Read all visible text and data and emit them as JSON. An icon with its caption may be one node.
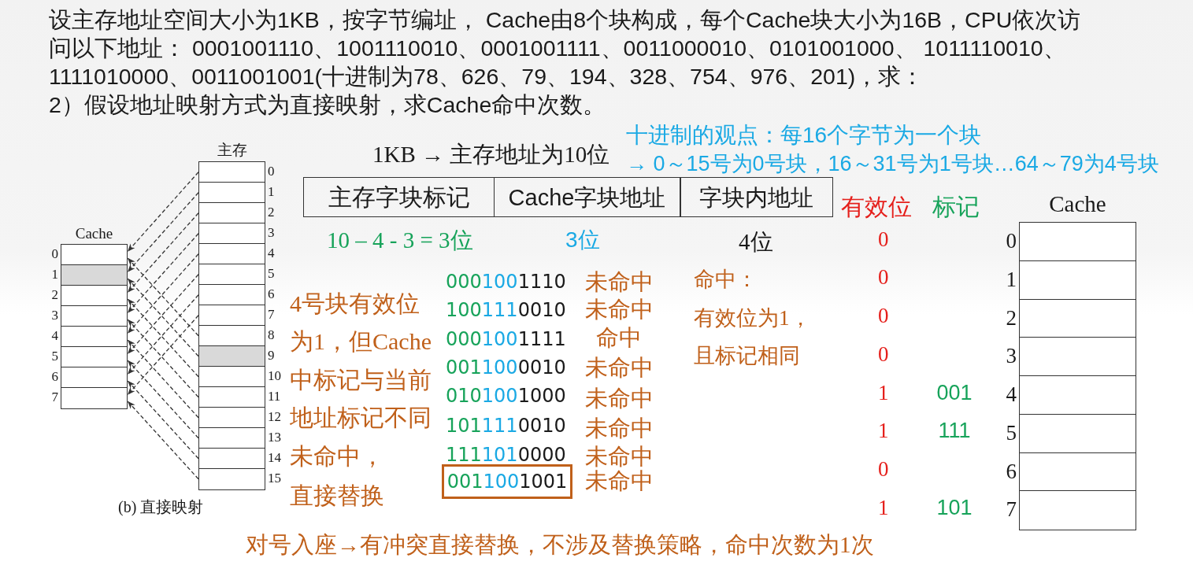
{
  "diagram": {
    "nodes": [
      {
        "text": [
          "Cache"
        ]
      },
      {
        "text": [],
        "shape": "box",
        "in": 0,
        "beside": [
          "0"
        ]
      },
      {
        "text": [],
        "shape": "box",
        "in": 0,
        "beside": [
          "1"
        ]
      },
      {
        "text": [],
        "shape": "box",
        "in": 0,
        "beside": [
          "2"
        ]
      },
      {
        "text": [],
        "shape": "box",
        "in": 0,
        "beside": [
          "3"
        ]
      },
      {
        "text": [],
        "shape": "box",
        "in": 0,
        "beside": [
          "4"
        ]
      },
      {
        "text": [],
        "shape": "box",
        "in": 0,
        "beside": [
          "5"
        ]
      },
      {
        "text": [],
        "shape": "box",
        "in": 0,
        "beside": [
          "6"
        ]
      },
      {
        "text": [],
        "shape": "box",
        "in": 0,
        "beside": [
          "7"
        ]
      },
      {
        "text": [
          "主存"
        ]
      },
      {
        "text": [],
        "shape": "box",
        "in": 9,
        "beside": [
          "0"
        ]
      },
      {
        "text": [],
        "shape": "box",
        "in": 9,
        "beside": [
          "1"
        ]
      },
      {
        "text": [],
        "shape": "box",
        "in": 9,
        "beside": [
          "2"
        ]
      },
      {
        "text": [],
        "shape": "box",
        "in": 9,
        "beside": [
          "3"
        ]
      },
      {
        "text": [],
        "shape": "box",
        "in": 9,
        "beside": [
          "4"
        ]
      },
      {
        "text": [],
        "shape": "box",
        "in": 9,
        "beside": [
          "5"
        ]
      },
      {
        "text": [],
        "shape": "box",
        "in": 9,
        "beside": [
          "6"
        ]
      },
      {
        "text": [],
        "shape": "box",
        "in": 9,
        "beside": [
          "7"
        ]
      },
      {
        "text": [],
        "shape": "box",
        "in": 9,
        "beside": [
          "8"
        ]
      },
      {
        "text": [],
        "shape": "box",
        "in": 9,
        "beside": [
          "9"
        ]
      },
      {
        "text": [],
        "shape": "box",
        "in": 9,
        "beside": [
          "10"
        ]
      },
      {
        "text": [],
        "shape": "box",
        "in": 9,
        "beside": [
          "11"
        ]
      },
      {
        "text": [],
        "shape": "box",
        "in": 9,
        "beside": [
          "12"
        ]
      },
      {
        "text": [],
        "shape": "box",
        "in": 9,
        "beside": [
          "13"
        ]
      },
      {
        "text": [],
        "shape": "box",
        "in": 9,
        "beside": [
          "14"
        ]
      },
      {
        "text": [],
        "shape": "box",
        "in": 9,
        "beside": [
          "15"
        ]
      },
      {
        "text": [
          "0011001001"
        ]
      },
      {
        "text": [
          "Cache"
        ]
      },
      {
        "text": [],
        "shape": "box",
        "in": 27,
        "beside": [
          "0"
        ]
      },
      {
        "text": [],
        "shape": "box",
        "in": 27,
        "beside": [
          "1"
        ]
      },
      {
        "text": [],
        "shape": "box",
        "in": 27,
        "beside": [
          "2"
        ]
      },
      {
        "text": [],
        "shape": "box",
        "in": 27,
        "beside": [
          "3"
        ]
      },
      {
        "text": [],
        "shape": "box",
        "in": 27,
        "beside": [
          "4"
        ]
      },
      {
        "text": [],
        "shape": "box",
        "in": 27,
        "beside": [
          "5"
        ]
      },
      {
        "text": [],
        "shape": "box",
        "in": 27,
        "beside": [
          "6"
        ]
      },
      {
        "text": [],
        "shape": "box",
        "in": 27,
        "beside": [
          "7"
        ]
      }
    ],
    "edges": [
      {
        "from": 10,
        "to": 1,
        "arrow": "to",
        "style": "dashed"
      },
      {
        "from": 11,
        "to": 2,
        "arrow": "to",
        "style": "dashed"
      },
      {
        "from": 12,
        "to": 3,
        "arrow": "to",
        "style": "dashed"
      },
      {
        "from": 13,
        "to": 4,
        "arrow": "to",
        "style": "dashed"
      },
      {
        "from": 14,
        "to": 5,
        "arrow": "to",
        "style": "dashed"
      },
      {
        "from": 15,
        "to": 6,
        "arrow": "to",
        "style": "dashed"
      },
      {
        "from": 16,
        "to": 7,
        "arrow": "to",
        "style": "dashed"
      },
      {
        "from": 17,
        "to": 8,
        "arrow": "to",
        "style": "dashed"
      },
      {
        "from": 18,
        "to": 1,
        "arrow": "to",
        "style": "dashed"
      },
      {
        "from": 19,
        "to": 2,
        "arrow": "to",
        "style": "dashed"
      },
      {
        "from": 20,
        "to": 3,
        "arrow": "to",
        "style": "dashed"
      },
      {
        "from": 21,
        "to": 4,
        "arrow": "to",
        "style": "dashed"
      },
      {
        "from": 22,
        "to": 5,
        "arrow": "to",
        "style": "dashed"
      },
      {
        "from": 23,
        "to": 6,
        "arrow": "to",
        "style": "dashed"
      },
      {
        "from": 24,
        "to": 7,
        "arrow": "to",
        "style": "dashed"
      },
      {
        "from": 25,
        "to": 8,
        "arrow": "to",
        "style": "dashed"
      }
    ],
    "labels": [
      "设主存地址空间大小为1KB，按字节编址， Cache由8个块构成，每个Cache块大小为16B，CPU依次访问以下地址： 0001001110、1001110010、0001001111、0011000010、0101001000、 1011110010、1111010000、0011001001(十进制为78、626、79、194、328、754、976、201)，求：",
      "2）假设地址映射方式为直接映射，求Cache命中次数。",
      "十进制的观点：每16个字节为一个块",
      "1KB → 主存地址为10位",
      "→ 0～15号为0号块，16～31号为1号块…64～79为4号块",
      "主存字块标记",
      "Cache字块地址",
      "字块内地址",
      "有效位",
      "标记",
      "10 – 4 - 3 = 3位",
      "3位",
      "4位",
      "0001001110",
      "1001110010",
      "0001001111",
      "0011000010",
      "0101001000",
      "1011110010",
      "1111010000",
      "未命中",
      "未命中",
      "命中",
      "未命中",
      "未命中",
      "未命中",
      "未命中",
      "未命中",
      "4号块有效位为1，但Cache中标记与当前地址标记不同",
      "未命中，直接替换",
      "命中：",
      "有效位为1，且标记相同",
      "0",
      "0",
      "0",
      "0",
      "1",
      "001",
      "1",
      "111",
      "0",
      "(b) 直接映射",
      "1",
      "101",
      "对号入座→有冲突直接替换，不涉及替换策略，命中次数为1次"
    ]
  }
}
